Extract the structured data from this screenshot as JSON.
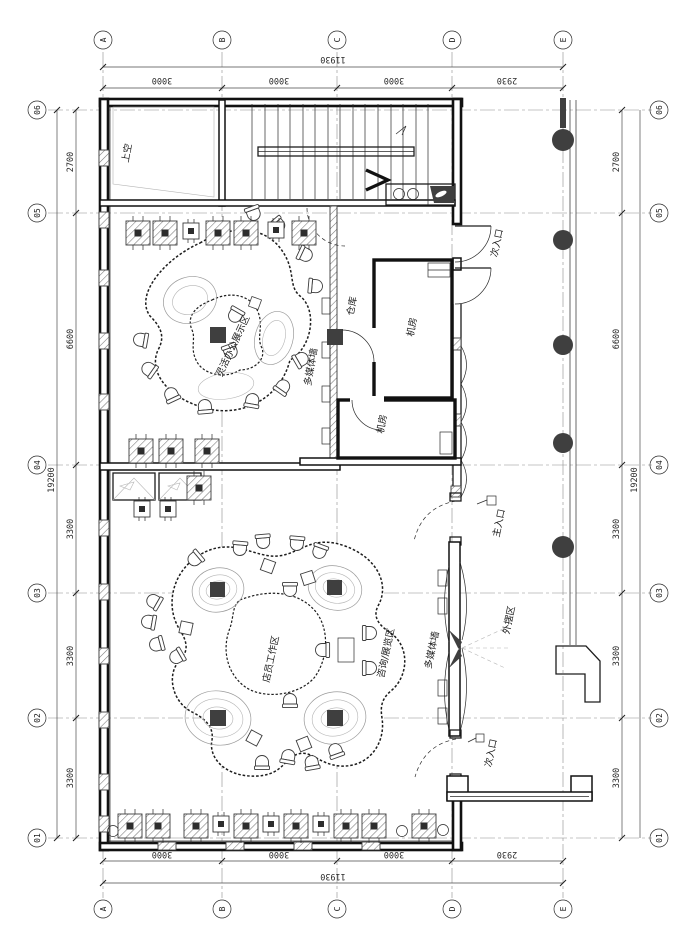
{
  "drawing": "first-floor-plan",
  "colors": {
    "line": "#1d1d1d",
    "grid_line": "#8d8d8d",
    "dark_fill": "#3f3f3f",
    "hatch": "#777777",
    "background": "#ffffff"
  },
  "grid": {
    "cols": [
      "A",
      "B",
      "C",
      "D",
      "E"
    ],
    "rows": [
      "06",
      "05",
      "04",
      "03",
      "02",
      "01"
    ]
  },
  "dimensions": {
    "horizontal_total": "11930",
    "horizontal_segments": [
      "3000",
      "3000",
      "3000",
      "2930"
    ],
    "vertical_total": "19200",
    "vertical_segments": [
      "2700",
      "6600",
      "3300",
      "3300",
      "3300"
    ]
  },
  "rooms": {
    "void_above": "上空",
    "warehouse": "仓库",
    "machine_room": "机房",
    "flex_office_display": "灵活办公展示区",
    "staff_work_area": "店员工作区",
    "consult_exhibit_area": "咨询/展览区",
    "outdoor_area": "外摆区"
  },
  "features": {
    "multimedia_wall": "多媒体墙",
    "main_entrance": "主入口",
    "secondary_entrance": "次入口"
  }
}
